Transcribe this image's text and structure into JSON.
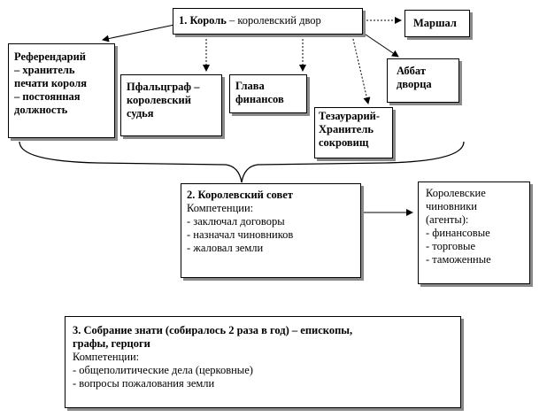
{
  "king": {
    "num": "1.",
    "title": "Король",
    "rest": " – королевский двор"
  },
  "marshal": "Маршал",
  "referendary": [
    "Референдарий",
    "– хранитель",
    "печати короля",
    "– постоянная",
    "должность"
  ],
  "pfalzgraf": [
    "Пфальцграф –",
    "королевский",
    "судья"
  ],
  "finance_head": [
    "Глава",
    "финансов"
  ],
  "abbot": [
    "Аббат",
    "дворца"
  ],
  "treasurer": [
    "Тезаурарий-",
    "Хранитель",
    "сокровищ"
  ],
  "council": {
    "title": "2. Королевский совет",
    "comp_label": "Компетенции:",
    "items": [
      "- заключал договоры",
      "- назначал чиновников",
      "- жаловал земли"
    ]
  },
  "officials": {
    "lines": [
      "Королевские",
      "чиновники",
      "(агенты):"
    ],
    "items": [
      "- финансовые",
      "- торговые",
      "- таможенные"
    ]
  },
  "assembly": {
    "title": [
      "3. Собрание знати (собиралось 2 раза в год) – епископы,",
      "графы, герцоги"
    ],
    "comp_label": "Компетенции:",
    "items": [
      "- общеполитические дела (церковные)",
      "- вопросы пожалования земли"
    ]
  }
}
